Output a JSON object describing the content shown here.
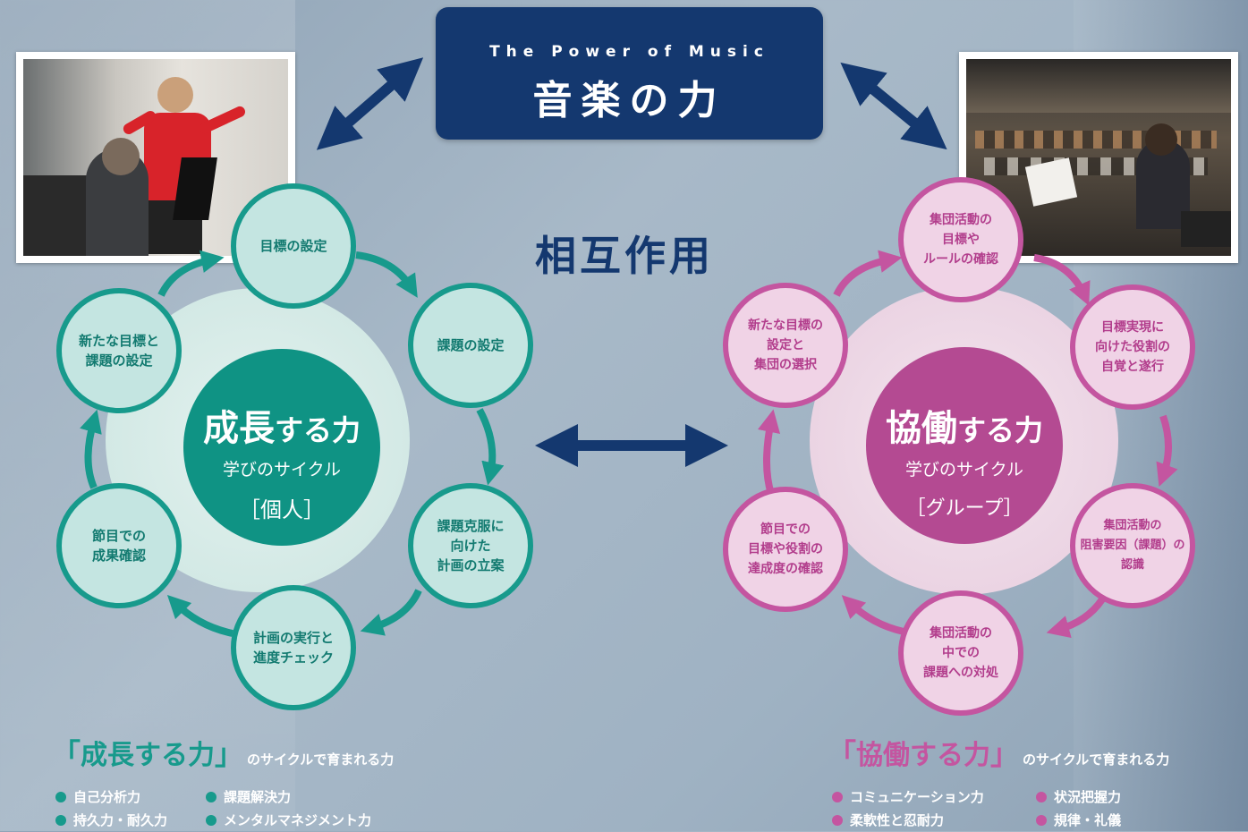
{
  "colors": {
    "navy": "#14386f",
    "teal": "#179a8c",
    "magenta": "#c455a0"
  },
  "title": {
    "en": "The Power of Music",
    "ja": "音楽の力"
  },
  "interaction_label": "相互作用",
  "growth": {
    "main": "成長",
    "suffix": "する力",
    "sub": "学びのサイクル",
    "bracket": "［個人］",
    "nodes": [
      "目標の設定",
      "課題の設定",
      "課題克服に\n向けた\n計画の立案",
      "計画の実行と\n進度チェック",
      "節目での\n成果確認",
      "新たな目標と\n課題の設定"
    ]
  },
  "collab": {
    "main": "協働",
    "suffix": "する力",
    "sub": "学びのサイクル",
    "bracket": "［グループ］",
    "nodes": [
      "集団活動の\n目標や\nルールの確認",
      "目標実現に\n向けた役割の\n自覚と遂行",
      "集団活動の\n阻害要因（課題）の\n認識",
      "集団活動の\n中での\n課題への対処",
      "節目での\n目標や役割の\n達成度の確認",
      "新たな目標の\n設定と\n集団の選択"
    ]
  },
  "growth_heading": {
    "open": "「",
    "main": "成長する力",
    "close": "」",
    "tail": "のサイクルで育まれる力"
  },
  "collab_heading": {
    "open": "「",
    "main": "協働する力",
    "close": "」",
    "tail": "のサイクルで育まれる力"
  },
  "growth_skills": [
    "自己分析力",
    "課題解決力",
    "持久力・耐久力",
    "メンタルマネジメント力"
  ],
  "collab_skills": [
    "コミュニケーション力",
    "状況把握力",
    "柔軟性と忍耐力",
    "規律・礼儀"
  ]
}
